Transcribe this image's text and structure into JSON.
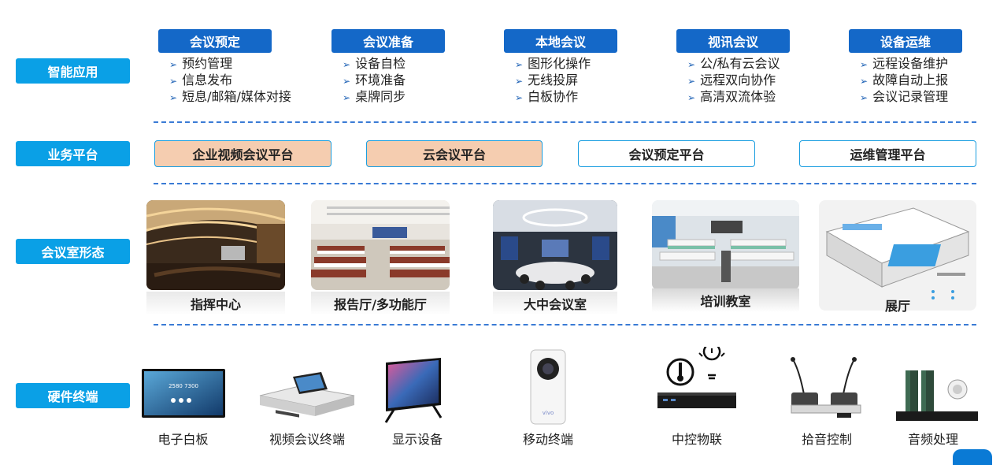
{
  "rows": {
    "apps": "智能应用",
    "platform": "业务平台",
    "rooms": "会议室形态",
    "hardware": "硬件终端"
  },
  "categories": [
    {
      "title": "会议预定",
      "items": [
        "预约管理",
        "信息发布",
        "短息/邮箱/媒体对接"
      ]
    },
    {
      "title": "会议准备",
      "items": [
        "设备自检",
        "环境准备",
        "桌牌同步"
      ]
    },
    {
      "title": "本地会议",
      "items": [
        "图形化操作",
        "无线投屏",
        "白板协作"
      ]
    },
    {
      "title": "视讯会议",
      "items": [
        "公/私有云会议",
        "远程双向协作",
        "高清双流体验"
      ]
    },
    {
      "title": "设备运维",
      "items": [
        "远程设备维护",
        "故障自动上报",
        "会议记录管理"
      ]
    }
  ],
  "bullet_glyph": "➢",
  "platforms": [
    "企业视频会议平台",
    "云会议平台",
    "会议预定平台",
    "运维管理平台"
  ],
  "rooms": [
    "指挥中心",
    "报告厅/多功能厅",
    "大中会议室",
    "培训教室",
    "展厅"
  ],
  "hardware": [
    "电子白板",
    "视频会议终端",
    "显示设备",
    "移动终端",
    "中控物联",
    "拾音控制",
    "音频处理"
  ],
  "whiteboard_screen_text": "2580 7300",
  "phone_brand": "vivo",
  "colors": {
    "label_bg": "#0aa0e6",
    "category_bg": "#1468c8",
    "platform_highlight": "#f5cdb0",
    "dash": "#3a7bd5"
  }
}
